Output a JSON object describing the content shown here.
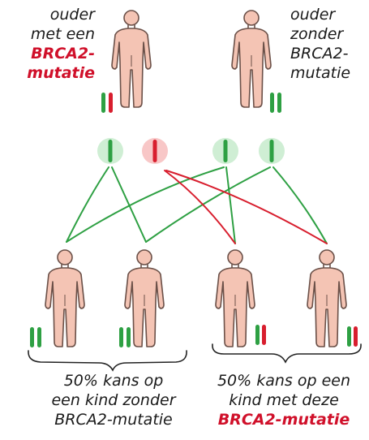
{
  "labels": {
    "parent_left": {
      "line1": "ouder",
      "line2": "met een",
      "line3": "BRCA2-",
      "line4": "mutatie"
    },
    "parent_right": {
      "line1": "ouder",
      "line2": "zonder",
      "line3": "BRCA2-",
      "line4": "mutatie"
    },
    "outcome_left": {
      "line1": "50% kans op",
      "line2": "een kind zonder",
      "line3": "BRCA2-mutatie"
    },
    "outcome_right": {
      "line1": "50% kans op een",
      "line2": "kind met deze",
      "line3": "BRCA2-mutatie"
    }
  },
  "colors": {
    "skin": "#f4c4b4",
    "outline": "#6b5048",
    "green_chromosome": "#2ea043",
    "red_chromosome": "#d81e2e",
    "green_halo": "#cfeed4",
    "red_halo": "#f8c7c7",
    "highlight_text": "#d0102a"
  }
}
